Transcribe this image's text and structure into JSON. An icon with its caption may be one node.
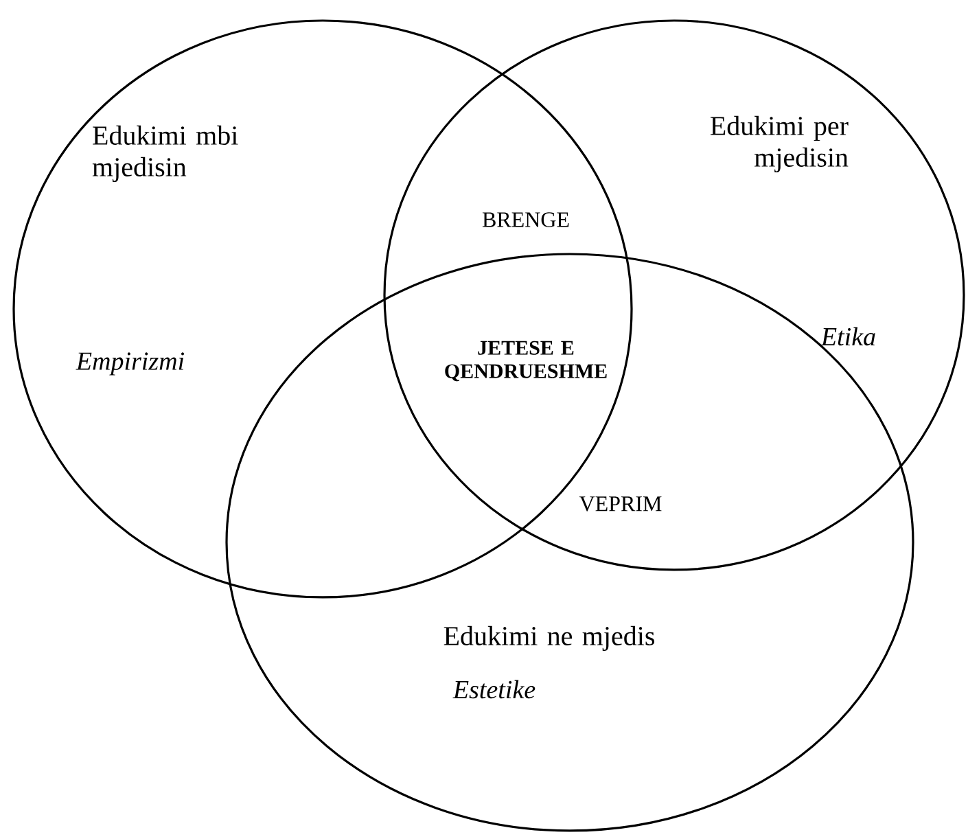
{
  "diagram": {
    "nodes": [
      {
        "text": [
          "Edukimi mbi mjedisin",
          "Empirizmi"
        ]
      },
      {
        "text": [
          "Edukimi per mjedisin",
          "Etika"
        ]
      },
      {
        "text": [
          "Edukimi ne mjedis",
          "Estetike"
        ]
      }
    ],
    "edges": [],
    "labels": [
      "BRENGE",
      "JETESE E QENDRUESHME",
      "VEPRIM"
    ]
  }
}
